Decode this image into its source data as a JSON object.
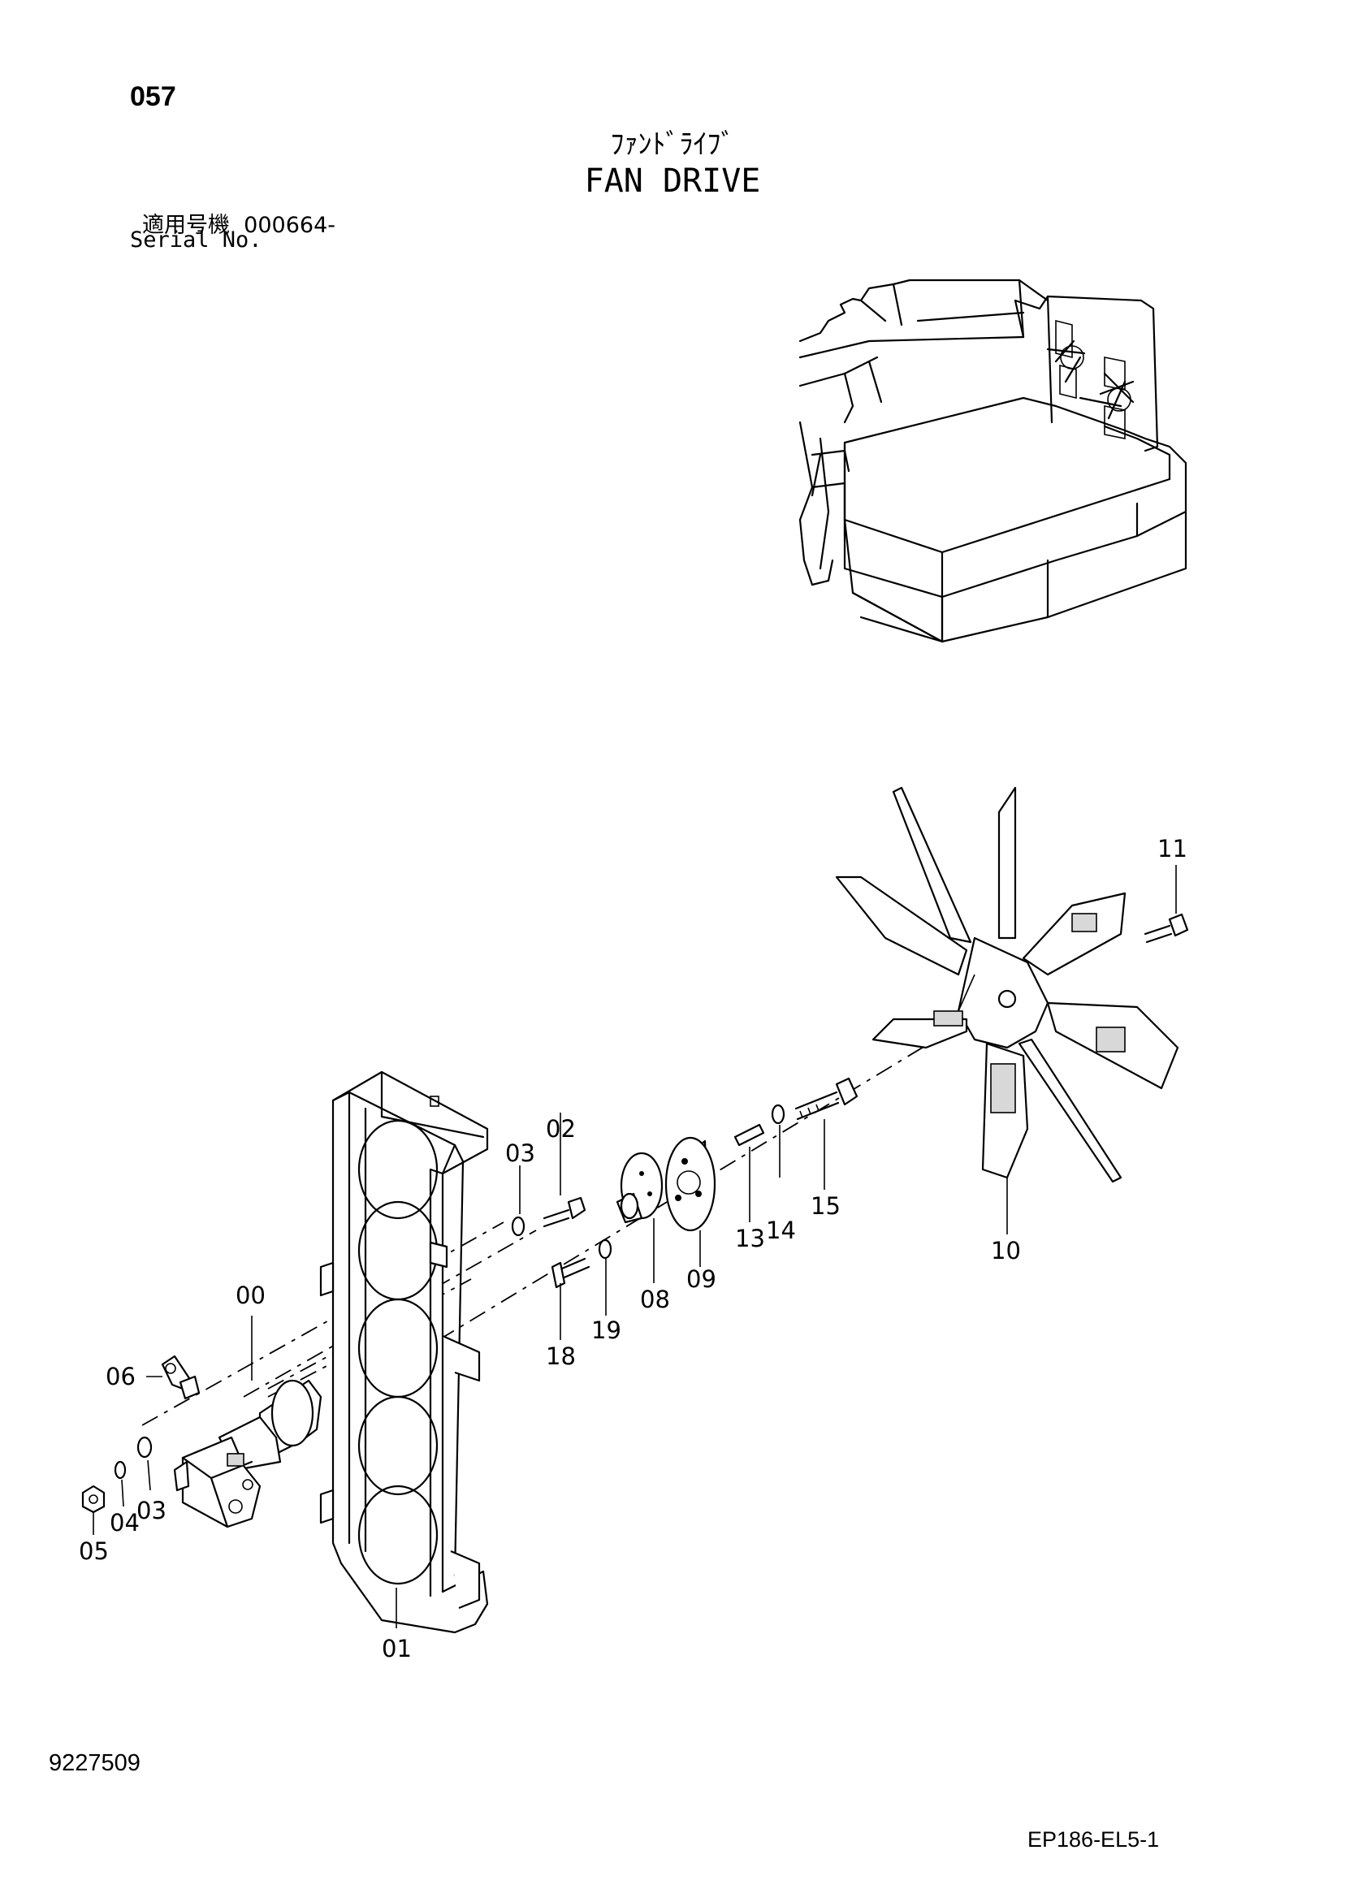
{
  "header": {
    "page_number": "057",
    "title_jp": "ﾌｧﾝﾄﾞﾗｲﾌﾞ",
    "title_en": "FAN DRIVE",
    "serial_label_jp": "適用号機",
    "serial_value": "000664-",
    "serial_label_en": "Serial No."
  },
  "footer": {
    "document_number": "9227509",
    "reference_code": "EP186-EL5-1"
  },
  "callouts": {
    "c00": "00",
    "c01": "01",
    "c02": "02",
    "c03a": "03",
    "c03b": "03",
    "c04": "04",
    "c05": "05",
    "c06": "06",
    "c08": "08",
    "c09": "09",
    "c10": "10",
    "c11": "11",
    "c13": "13",
    "c14": "14",
    "c15": "15",
    "c18": "18",
    "c19": "19"
  }
}
